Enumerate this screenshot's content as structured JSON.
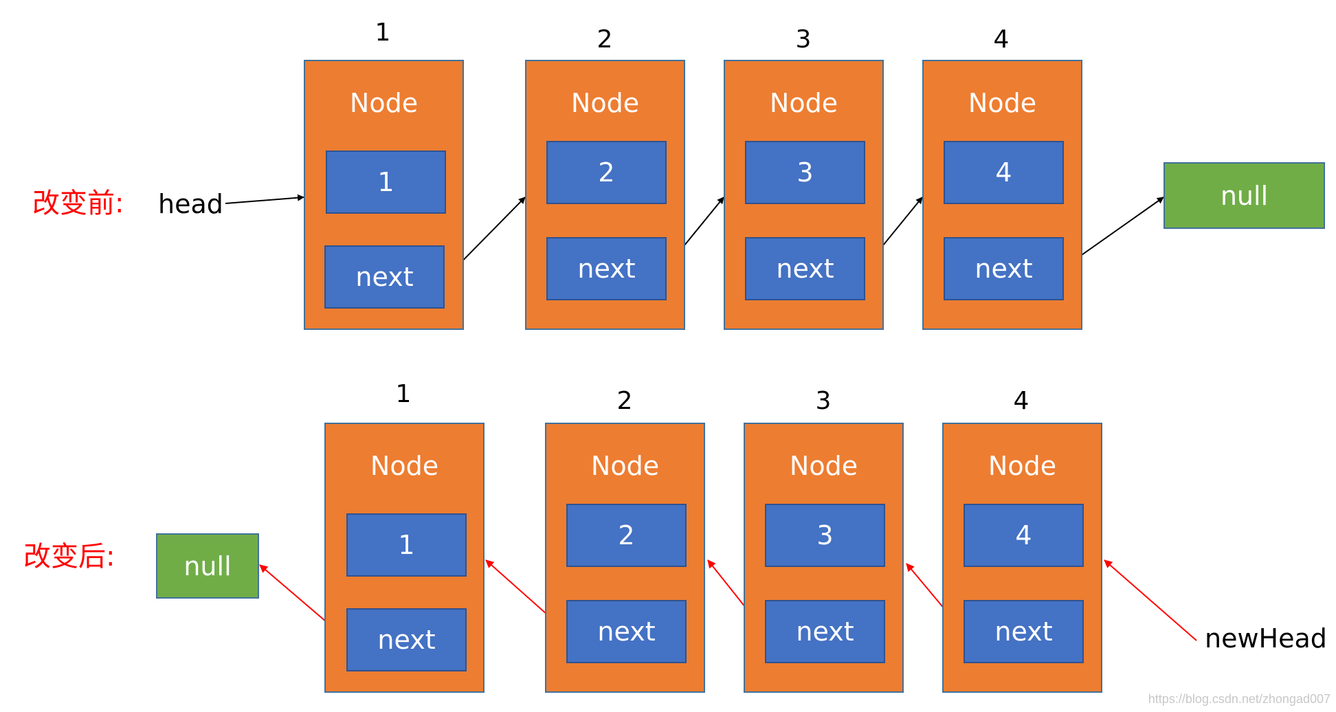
{
  "before": {
    "label": "改变前:",
    "pointer_label": "head",
    "null_label": "null",
    "nodes": [
      {
        "index": "1",
        "title": "Node",
        "value": "1",
        "next": "next"
      },
      {
        "index": "2",
        "title": "Node",
        "value": "2",
        "next": "next"
      },
      {
        "index": "3",
        "title": "Node",
        "value": "3",
        "next": "next"
      },
      {
        "index": "4",
        "title": "Node",
        "value": "4",
        "next": "next"
      }
    ]
  },
  "after": {
    "label": "改变后:",
    "pointer_label": "newHead",
    "null_label": "null",
    "nodes": [
      {
        "index": "1",
        "title": "Node",
        "value": "1",
        "next": "next"
      },
      {
        "index": "2",
        "title": "Node",
        "value": "2",
        "next": "next"
      },
      {
        "index": "3",
        "title": "Node",
        "value": "3",
        "next": "next"
      },
      {
        "index": "4",
        "title": "Node",
        "value": "4",
        "next": "next"
      }
    ]
  },
  "watermark": "https://blog.csdn.net/zhongad007",
  "colors": {
    "node_fill": "#ed7d31",
    "cell_fill": "#4472c4",
    "null_fill": "#70ad47",
    "before_arrow": "#000000",
    "after_arrow": "#ff0000",
    "row_label": "#ff0000"
  }
}
